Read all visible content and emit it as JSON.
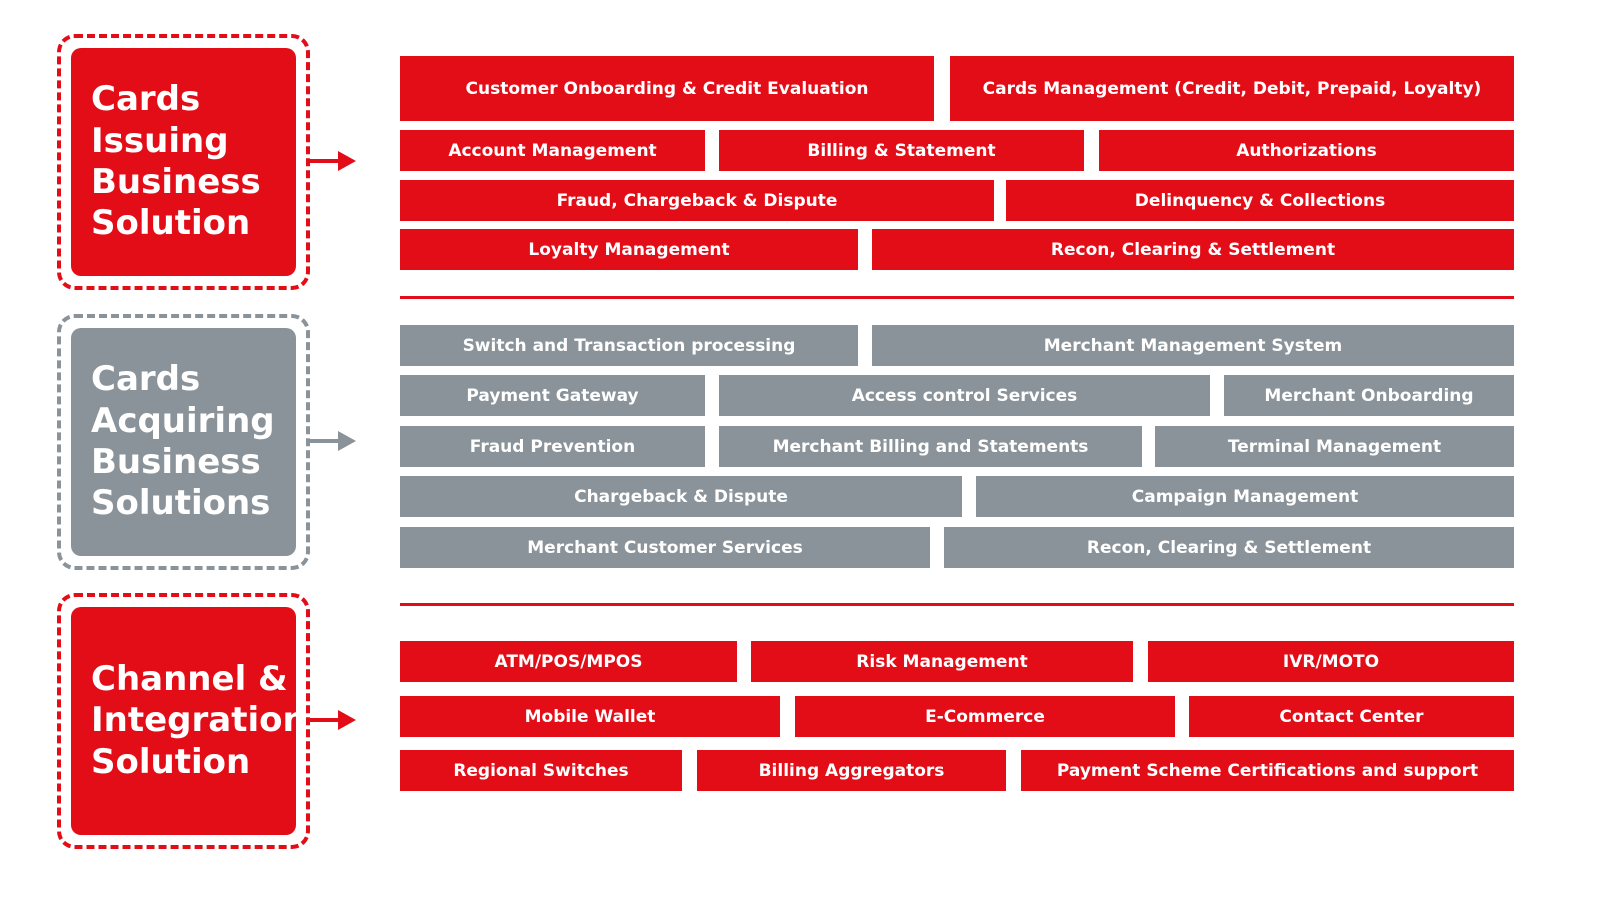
{
  "colors": {
    "red": "#e30d18",
    "grey": "#8a9399"
  },
  "sections": [
    {
      "title": "Cards\nIssuing\nBusiness\nSolution",
      "rows": [
        [
          "Customer Onboarding & Credit Evaluation",
          "Cards Management (Credit, Debit, Prepaid, Loyalty)"
        ],
        [
          "Account Management",
          "Billing & Statement",
          "Authorizations"
        ],
        [
          "Fraud, Chargeback & Dispute",
          "Delinquency & Collections"
        ],
        [
          "Loyalty Management",
          "Recon, Clearing & Settlement"
        ]
      ]
    },
    {
      "title": "Cards\nAcquiring\nBusiness\nSolutions",
      "rows": [
        [
          "Switch and Transaction processing",
          "Merchant Management System"
        ],
        [
          "Payment Gateway",
          "Access control Services",
          "Merchant Onboarding"
        ],
        [
          "Fraud Prevention",
          "Merchant Billing and Statements",
          "Terminal Management"
        ],
        [
          "Chargeback & Dispute",
          "Campaign Management"
        ],
        [
          "Merchant Customer Services",
          "Recon, Clearing & Settlement"
        ]
      ]
    },
    {
      "title": "Channel &\nIntegration\nSolution",
      "rows": [
        [
          "ATM/POS/MPOS",
          "Risk Management",
          "IVR/MOTO"
        ],
        [
          "Mobile Wallet",
          "E-Commerce",
          "Contact Center"
        ],
        [
          "Regional Switches",
          "Billing Aggregators",
          "Payment Scheme Certifications and support"
        ]
      ]
    }
  ]
}
